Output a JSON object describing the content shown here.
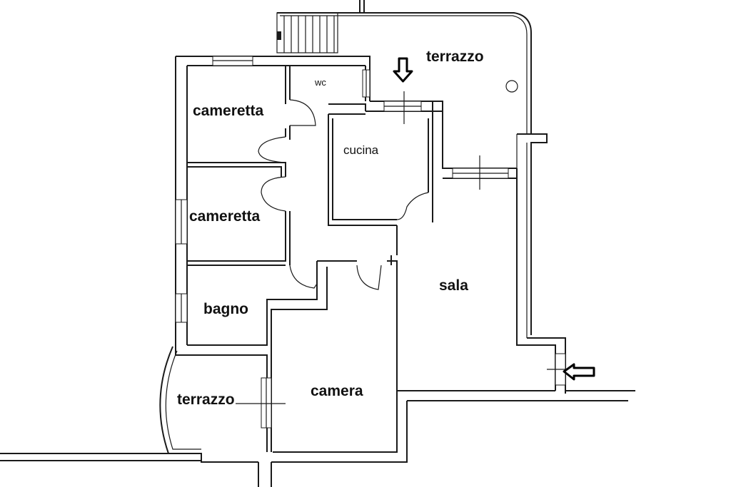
{
  "rooms": {
    "terrazzo_top": "terrazzo",
    "wc": "wc",
    "cameretta_1": "cameretta",
    "cucina": "cucina",
    "cameretta_2": "cameretta",
    "sala": "sala",
    "bagno": "bagno",
    "terrazzo_bottom": "terrazzo",
    "camera": "camera"
  },
  "markers": {
    "entrance_top": "down-arrow-icon",
    "entrance_right": "left-arrow-icon"
  },
  "colors": {
    "background": "#ffffff",
    "lines": "#1a1a1a"
  }
}
